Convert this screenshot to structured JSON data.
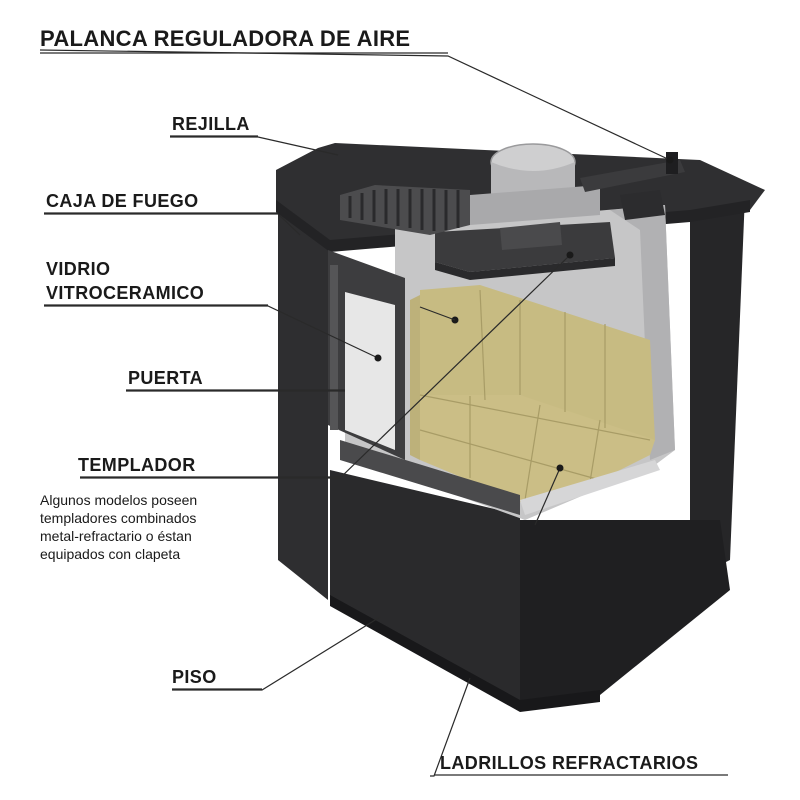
{
  "labels": {
    "air_lever": "PALANCA REGULADORA DE AIRE",
    "grille": "REJILLA",
    "firebox": "CAJA DE FUEGO",
    "glass_line1": "VIDRIO",
    "glass_line2": "VITROCERAMICO",
    "door": "PUERTA",
    "baffle": "TEMPLADOR",
    "floor": "PISO",
    "bricks": "LADRILLOS REFRACTARIOS"
  },
  "baffle_note": {
    "line1": "Algunos modelos poseen",
    "line2": "templadores combinados",
    "line3": "metal-refractario o éstan",
    "line4": "equipados con clapeta"
  },
  "colors": {
    "body_dark": "#2b2b2d",
    "body_mid": "#3a3a3c",
    "interior_gray": "#c7c7c8",
    "glass": "#e6e6e6",
    "refractory": "#c9bd84",
    "leader": "#2a2a2a"
  }
}
